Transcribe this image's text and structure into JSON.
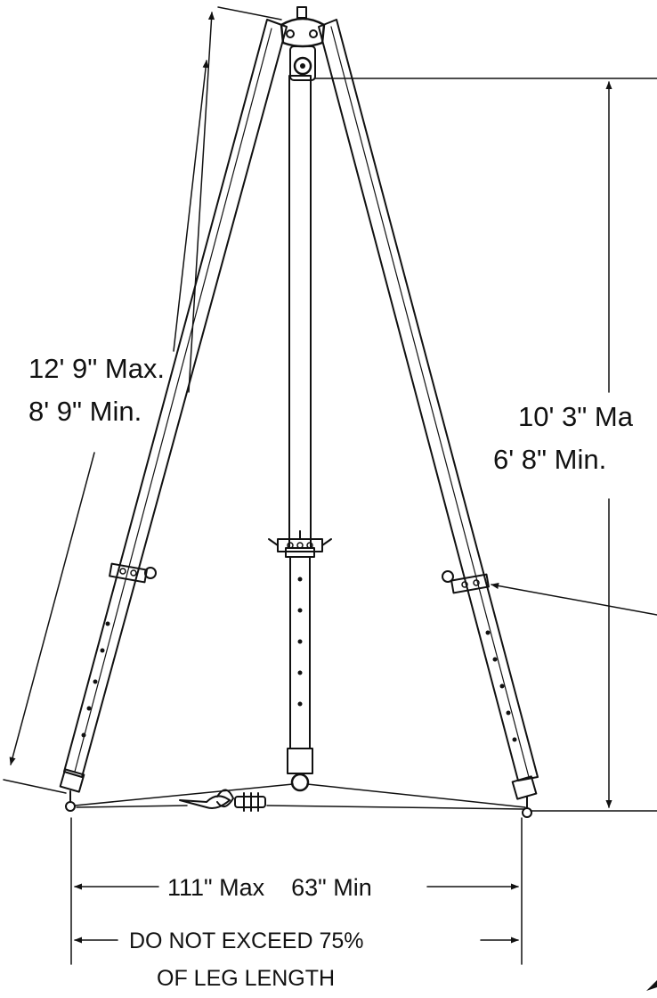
{
  "labels": {
    "leg_length_max": "12' 9\" Max.",
    "leg_length_min": "8' 9\" Min.",
    "height_max": "10' 3\" Ma",
    "height_min": "6' 8\" Min.",
    "spread": "111\" Max    63\" Min",
    "warning_line1": "DO NOT EXCEED 75%",
    "warning_line2": "OF LEG LENGTH"
  }
}
